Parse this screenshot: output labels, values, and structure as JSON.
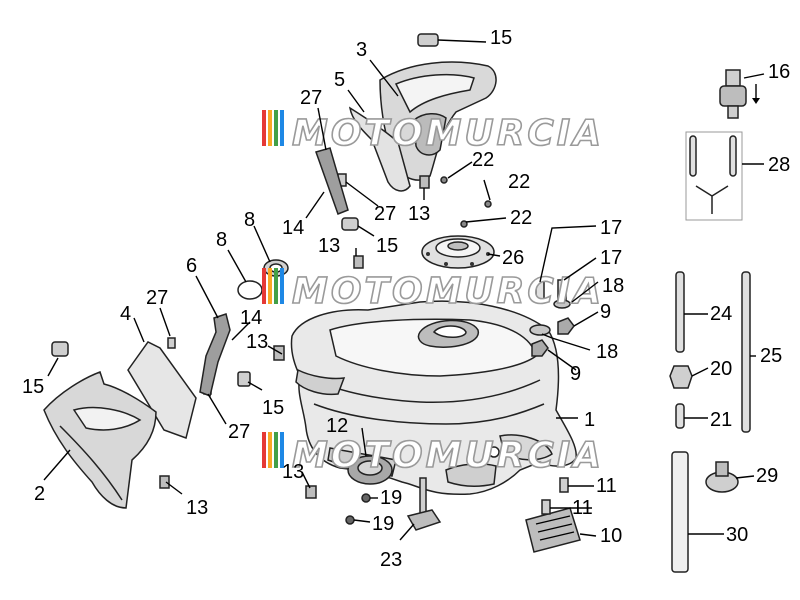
{
  "watermark": {
    "text": "MOTOMURCIA",
    "stripe_colors": [
      "#e53935",
      "#f9a825",
      "#43a047",
      "#1e88e5"
    ]
  },
  "callouts": [
    {
      "id": "c15a",
      "label": "15"
    },
    {
      "id": "c16",
      "label": "16"
    },
    {
      "id": "c3",
      "label": "3"
    },
    {
      "id": "c5",
      "label": "5"
    },
    {
      "id": "c27a",
      "label": "27"
    },
    {
      "id": "c28",
      "label": "28"
    },
    {
      "id": "c22a",
      "label": "22"
    },
    {
      "id": "c22b",
      "label": "22"
    },
    {
      "id": "c22c",
      "label": "22"
    },
    {
      "id": "c27b",
      "label": "27"
    },
    {
      "id": "c13a",
      "label": "13"
    },
    {
      "id": "c14a",
      "label": "14"
    },
    {
      "id": "c8a",
      "label": "8"
    },
    {
      "id": "c8b",
      "label": "8"
    },
    {
      "id": "c13b",
      "label": "13"
    },
    {
      "id": "c15b",
      "label": "15"
    },
    {
      "id": "c26",
      "label": "26"
    },
    {
      "id": "c17a",
      "label": "17"
    },
    {
      "id": "c17b",
      "label": "17"
    },
    {
      "id": "c6",
      "label": "6"
    },
    {
      "id": "c27c",
      "label": "27"
    },
    {
      "id": "c18a",
      "label": "18"
    },
    {
      "id": "c24",
      "label": "24"
    },
    {
      "id": "c25",
      "label": "25"
    },
    {
      "id": "c4",
      "label": "4"
    },
    {
      "id": "c14b",
      "label": "14"
    },
    {
      "id": "c9a",
      "label": "9"
    },
    {
      "id": "c13c",
      "label": "13"
    },
    {
      "id": "c18b",
      "label": "18"
    },
    {
      "id": "c15c",
      "label": "15"
    },
    {
      "id": "c9b",
      "label": "9"
    },
    {
      "id": "c20",
      "label": "20"
    },
    {
      "id": "c15d",
      "label": "15"
    },
    {
      "id": "c27d",
      "label": "27"
    },
    {
      "id": "c1",
      "label": "1"
    },
    {
      "id": "c21",
      "label": "21"
    },
    {
      "id": "c12",
      "label": "12"
    },
    {
      "id": "c2",
      "label": "2"
    },
    {
      "id": "c13d",
      "label": "13"
    },
    {
      "id": "c11a",
      "label": "11"
    },
    {
      "id": "c29",
      "label": "29"
    },
    {
      "id": "c19a",
      "label": "19"
    },
    {
      "id": "c11b",
      "label": "11"
    },
    {
      "id": "c13e",
      "label": "13"
    },
    {
      "id": "c19b",
      "label": "19"
    },
    {
      "id": "c10",
      "label": "10"
    },
    {
      "id": "c30",
      "label": "30"
    },
    {
      "id": "c23",
      "label": "23"
    }
  ]
}
